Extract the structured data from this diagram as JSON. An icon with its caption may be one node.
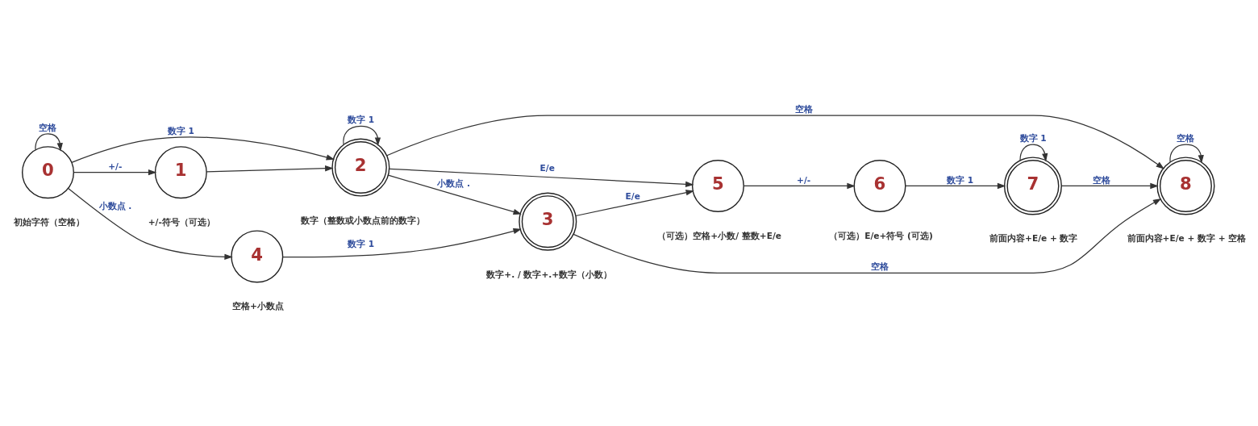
{
  "diagram": {
    "nodes": [
      {
        "text": [
          "0"
        ],
        "beside": [
          "初始字符（空格）"
        ]
      },
      {
        "text": [
          "1"
        ],
        "beside": [
          "+/-符号（可选）"
        ]
      },
      {
        "text": [
          "2"
        ],
        "beside": [
          "数字（整数或小数点前的数字）"
        ]
      },
      {
        "text": [
          "3"
        ],
        "beside": [
          "数字+. / 数字+.+数字（小数）"
        ]
      },
      {
        "text": [
          "5"
        ],
        "beside": [
          "（可选）空格+小数/ 整数+E/e"
        ]
      },
      {
        "text": [
          "6"
        ],
        "beside": [
          "（可选）E/e+符号 (可选)"
        ]
      },
      {
        "text": [
          "7"
        ],
        "beside": [
          "前面内容+E/e + 数字"
        ]
      },
      {
        "text": [
          "8"
        ],
        "beside": [
          "前面内容+E/e + 数字 + 空格"
        ]
      },
      {
        "text": [
          "4"
        ],
        "beside": [
          "空格+小数点"
        ]
      }
    ],
    "edges": [
      {
        "from": 0,
        "to": 0,
        "arrow": "to",
        "label": "空格"
      },
      {
        "from": 0,
        "to": 2,
        "arrow": "to",
        "label": "数字 1"
      },
      {
        "from": 0,
        "to": 1,
        "arrow": "to",
        "label": "+/-"
      },
      {
        "from": 1,
        "to": 2,
        "arrow": "to"
      },
      {
        "from": 2,
        "to": 2,
        "arrow": "to",
        "label": "数字 1"
      },
      {
        "from": 2,
        "to": 7,
        "arrow": "to",
        "label": "空格"
      },
      {
        "from": 2,
        "to": 4,
        "arrow": "to",
        "label": "E/e"
      },
      {
        "from": 2,
        "to": 3,
        "arrow": "to",
        "label": "小数点 ."
      },
      {
        "from": 3,
        "to": 4,
        "arrow": "to",
        "label": "E/e"
      },
      {
        "from": 4,
        "to": 5,
        "arrow": "to",
        "label": "+/-"
      },
      {
        "from": 5,
        "to": 6,
        "arrow": "to",
        "label": "数字 1"
      },
      {
        "from": 6,
        "to": 6,
        "arrow": "to",
        "label": "数字 1"
      },
      {
        "from": 6,
        "to": 7,
        "arrow": "to",
        "label": "空格"
      },
      {
        "from": 7,
        "to": 7,
        "arrow": "to",
        "label": "空格"
      },
      {
        "from": 0,
        "to": 8,
        "arrow": "to",
        "label": "小数点 ."
      },
      {
        "from": 8,
        "to": 3,
        "arrow": "to",
        "label": "数字 1"
      },
      {
        "from": 3,
        "to": 7,
        "arrow": "to",
        "label": "空格"
      }
    ]
  }
}
